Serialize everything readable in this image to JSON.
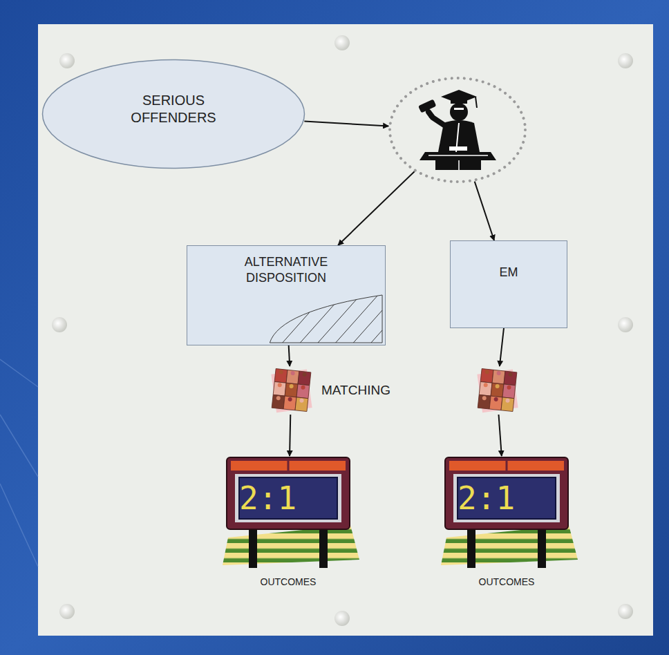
{
  "diagram": {
    "nodes": [
      {
        "text": [
          "SERIOUS OFFENDERS"
        ]
      },
      {
        "text": []
      },
      {
        "text": [
          "ALTERNATIVE DISPOSITION"
        ]
      },
      {
        "text": [
          "EM"
        ]
      },
      {
        "text": []
      },
      {
        "text": []
      },
      {
        "text": [
          "2:1",
          "OUTCOMES"
        ]
      },
      {
        "text": [
          "2:1",
          "OUTCOMES"
        ]
      }
    ],
    "edges": [
      {
        "from": 0,
        "to": 1,
        "arrow": "to"
      },
      {
        "from": 1,
        "to": 2,
        "arrow": "to"
      },
      {
        "from": 1,
        "to": 3,
        "arrow": "to"
      },
      {
        "from": 2,
        "to": 4,
        "arrow": "to"
      },
      {
        "from": 3,
        "to": 5,
        "arrow": "to"
      },
      {
        "from": 4,
        "to": 6,
        "arrow": "to"
      },
      {
        "from": 5,
        "to": 7,
        "arrow": "to"
      }
    ],
    "labels": [
      "MATCHING"
    ]
  }
}
